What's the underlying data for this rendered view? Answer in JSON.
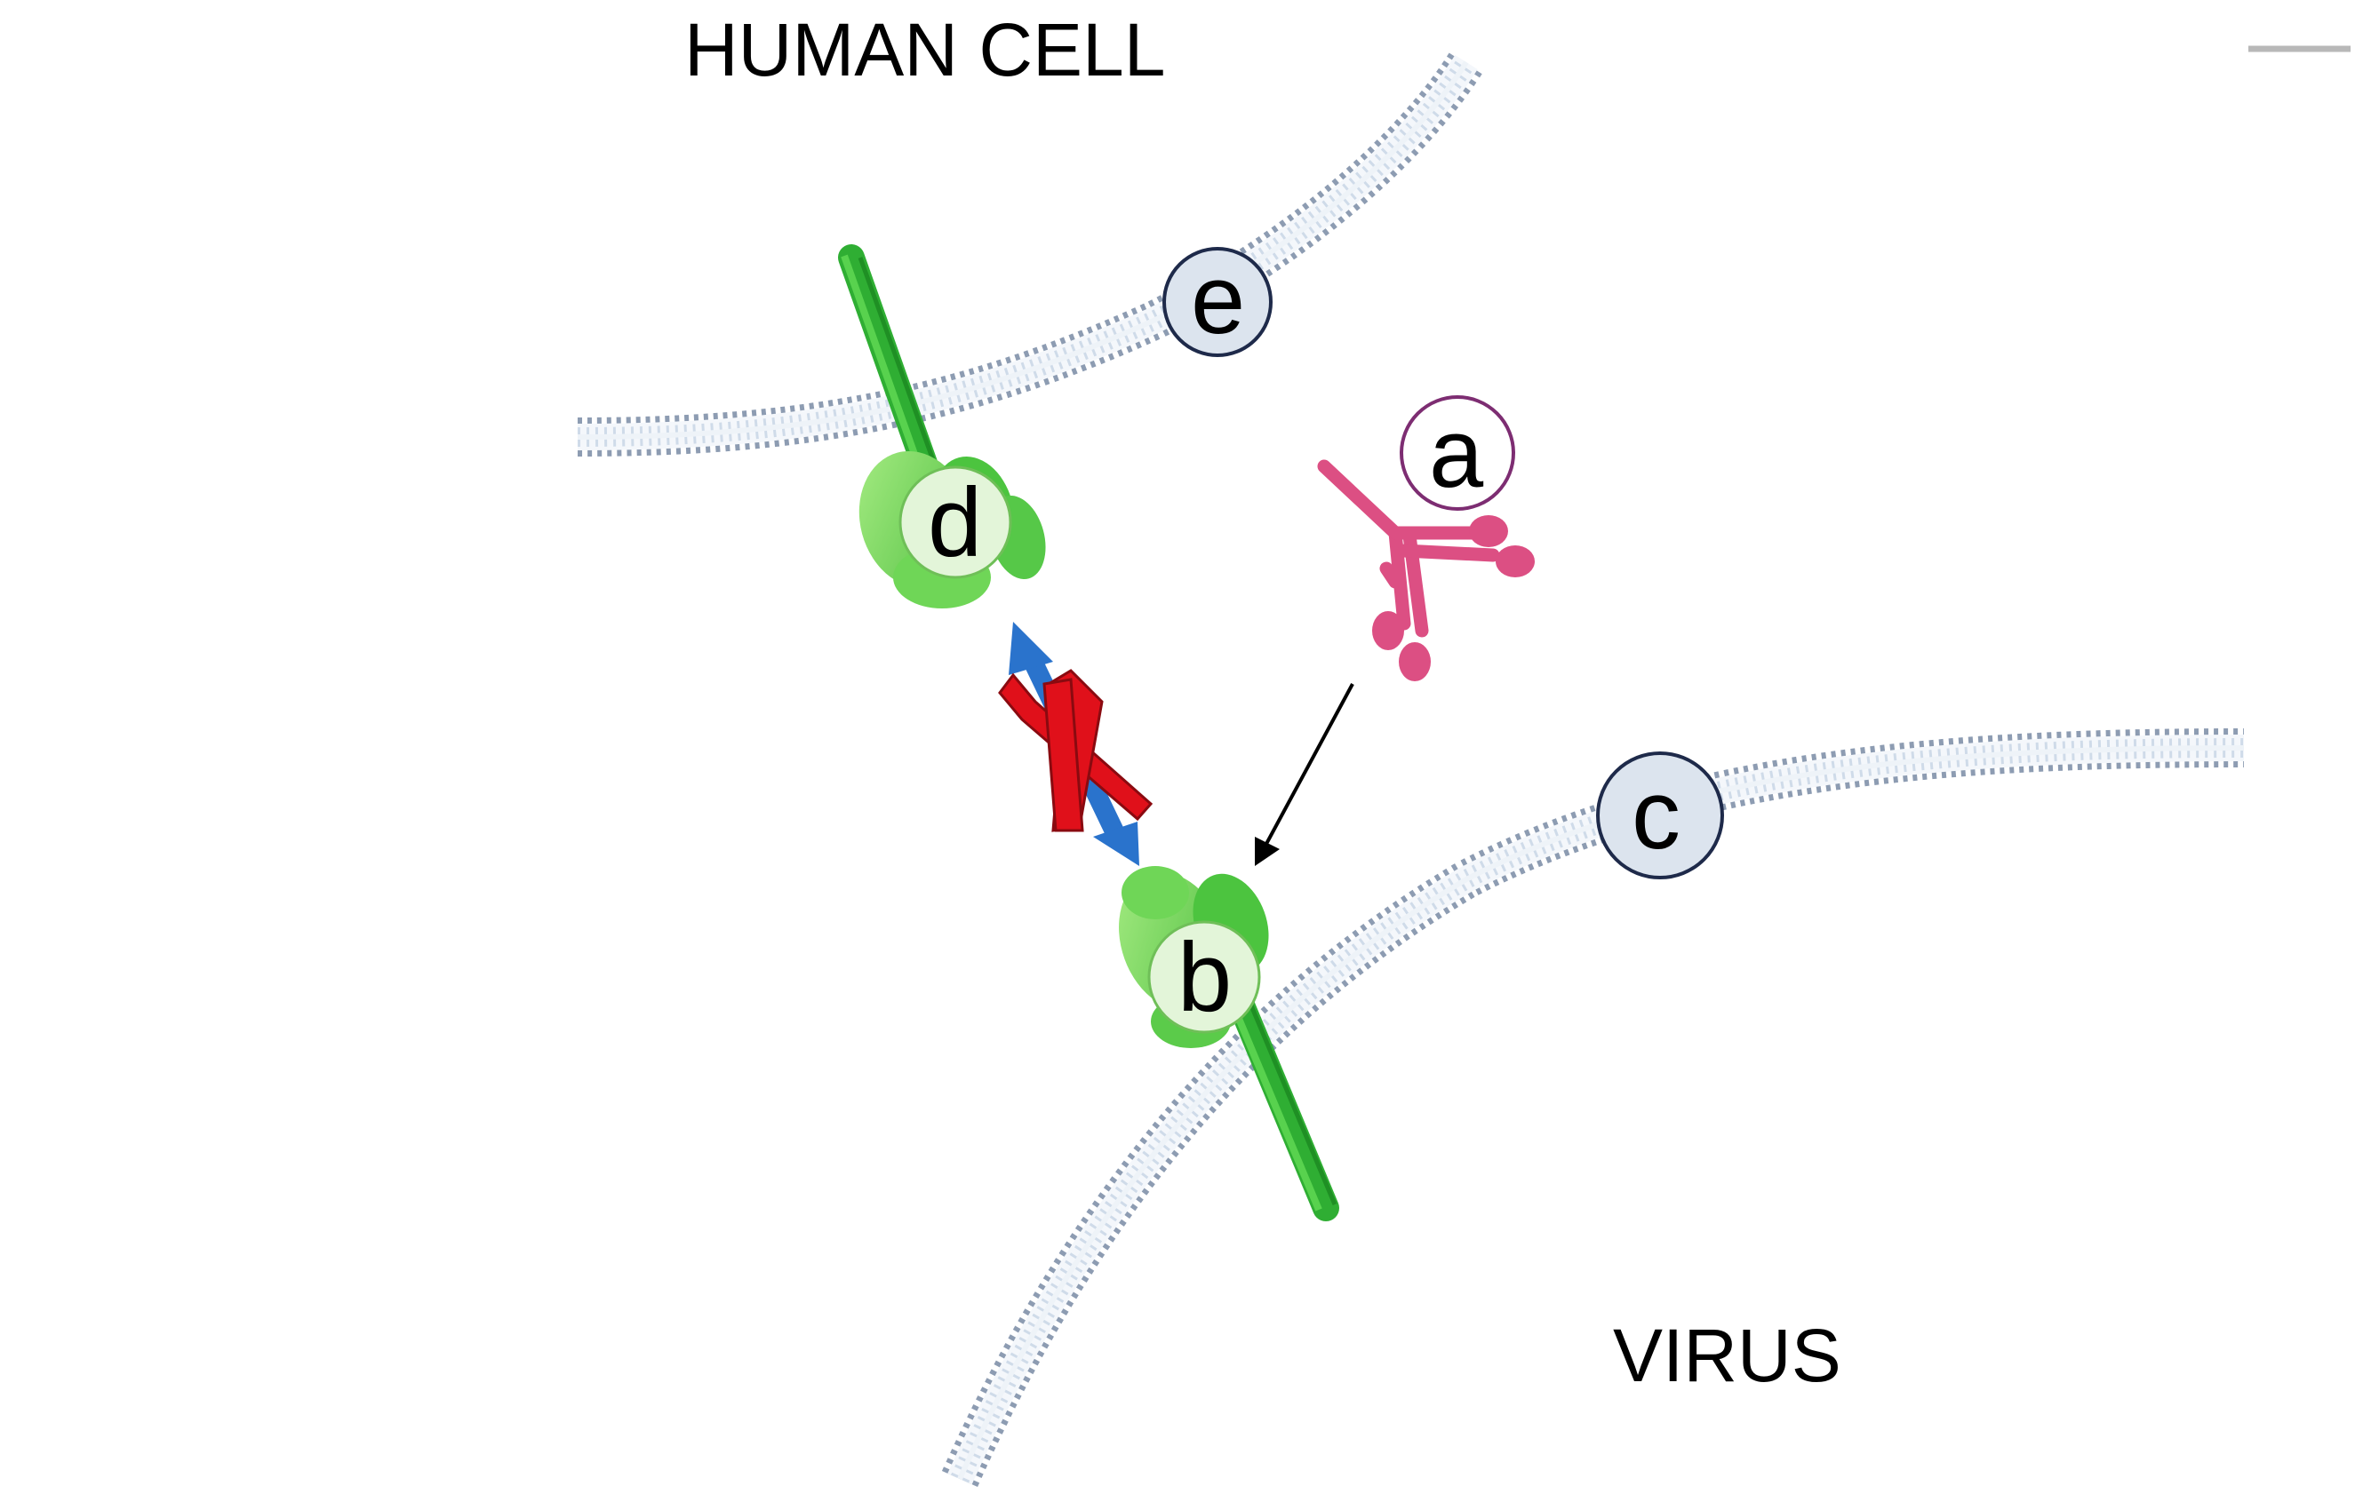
{
  "titles": {
    "human_cell": "HUMAN CELL",
    "virus": "VIRUS"
  },
  "labels": {
    "a": "a",
    "b": "b",
    "c": "c",
    "d": "d",
    "e": "e"
  },
  "colors": {
    "membrane_fill": "#dbe5f0",
    "membrane_stripe": "#8d9cb2",
    "membrane_edge": "#f7f9fc",
    "receptor_green": "#39c23a",
    "receptor_dark": "#27962a",
    "receptor_head": "#8de06a",
    "label_circle_green": "#e2f5d8",
    "label_circle_blue": "#dce4ee",
    "antibody_pink": "#dc4f83",
    "block_red": "#e0101a",
    "arrow_blue": "#2a73cc",
    "arrow_black": "#000000"
  }
}
